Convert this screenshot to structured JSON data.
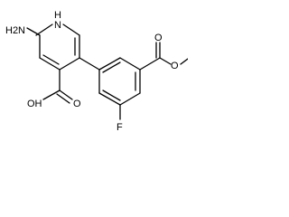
{
  "structure": {
    "atom_labels": {
      "nh2": "H2N",
      "ring_n": "N",
      "ring_nh": "H",
      "cooh": "OH",
      "carbonyl_o_acid": "O",
      "carbonyl_o_ester": "O",
      "ester_o": "O",
      "fluorine": "F"
    }
  }
}
